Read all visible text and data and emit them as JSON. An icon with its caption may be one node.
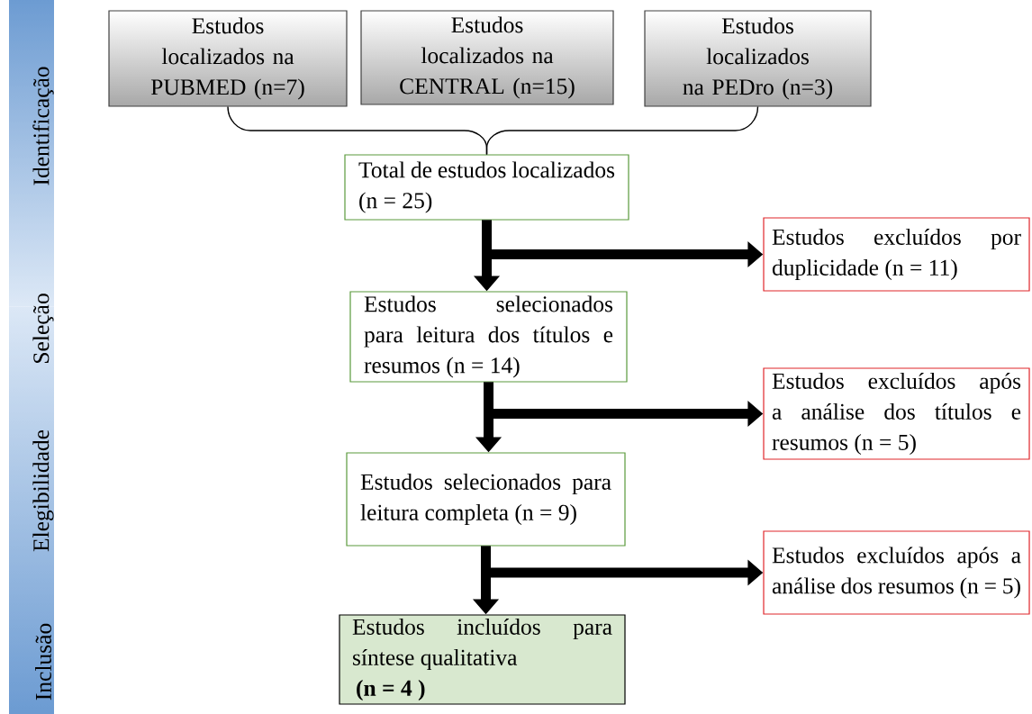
{
  "diagram": {
    "nodes": [
      {
        "text": [
          "Estudos localizados na PUBMED (n=7)"
        ]
      },
      {
        "text": [
          "Estudos localizados na CENTRAL (n=15)"
        ]
      },
      {
        "text": [
          "Estudos localizados na PEDro (n=3)"
        ]
      },
      {
        "text": [
          "Total de estudos localizados (n = 25)"
        ]
      },
      {
        "text": [
          "Estudos excluídos por duplicidade (n = 11)"
        ]
      },
      {
        "text": [
          "Estudos selecionados para leitura dos títulos e resumos (n = 14)"
        ]
      },
      {
        "text": [
          "Estudos excluídos após a análise dos títulos e resumos  (n = 5)"
        ]
      },
      {
        "text": [
          "Estudos selecionados para leitura completa (n = 9)"
        ]
      },
      {
        "text": [
          "Estudos excluídos após a análise dos resumos (n = 5)"
        ]
      },
      {
        "text": [
          "Estudos incluídos para síntese qualitativa",
          "(n = 4 )"
        ]
      }
    ],
    "edges": [
      {
        "from": 0,
        "to": 3,
        "arrow": "none"
      },
      {
        "from": 2,
        "to": 3,
        "arrow": "none"
      },
      {
        "from": 3,
        "to": 5,
        "arrow": "to"
      },
      {
        "from": 3,
        "to": 4,
        "arrow": "to"
      },
      {
        "from": 5,
        "to": 7,
        "arrow": "to"
      },
      {
        "from": 5,
        "to": 6,
        "arrow": "to"
      },
      {
        "from": 7,
        "to": 9,
        "arrow": "to"
      },
      {
        "from": 7,
        "to": 8,
        "arrow": "to"
      }
    ],
    "labels": [
      "Identificação",
      "Seleção",
      "Elegibilidade",
      "Inclusão"
    ]
  }
}
